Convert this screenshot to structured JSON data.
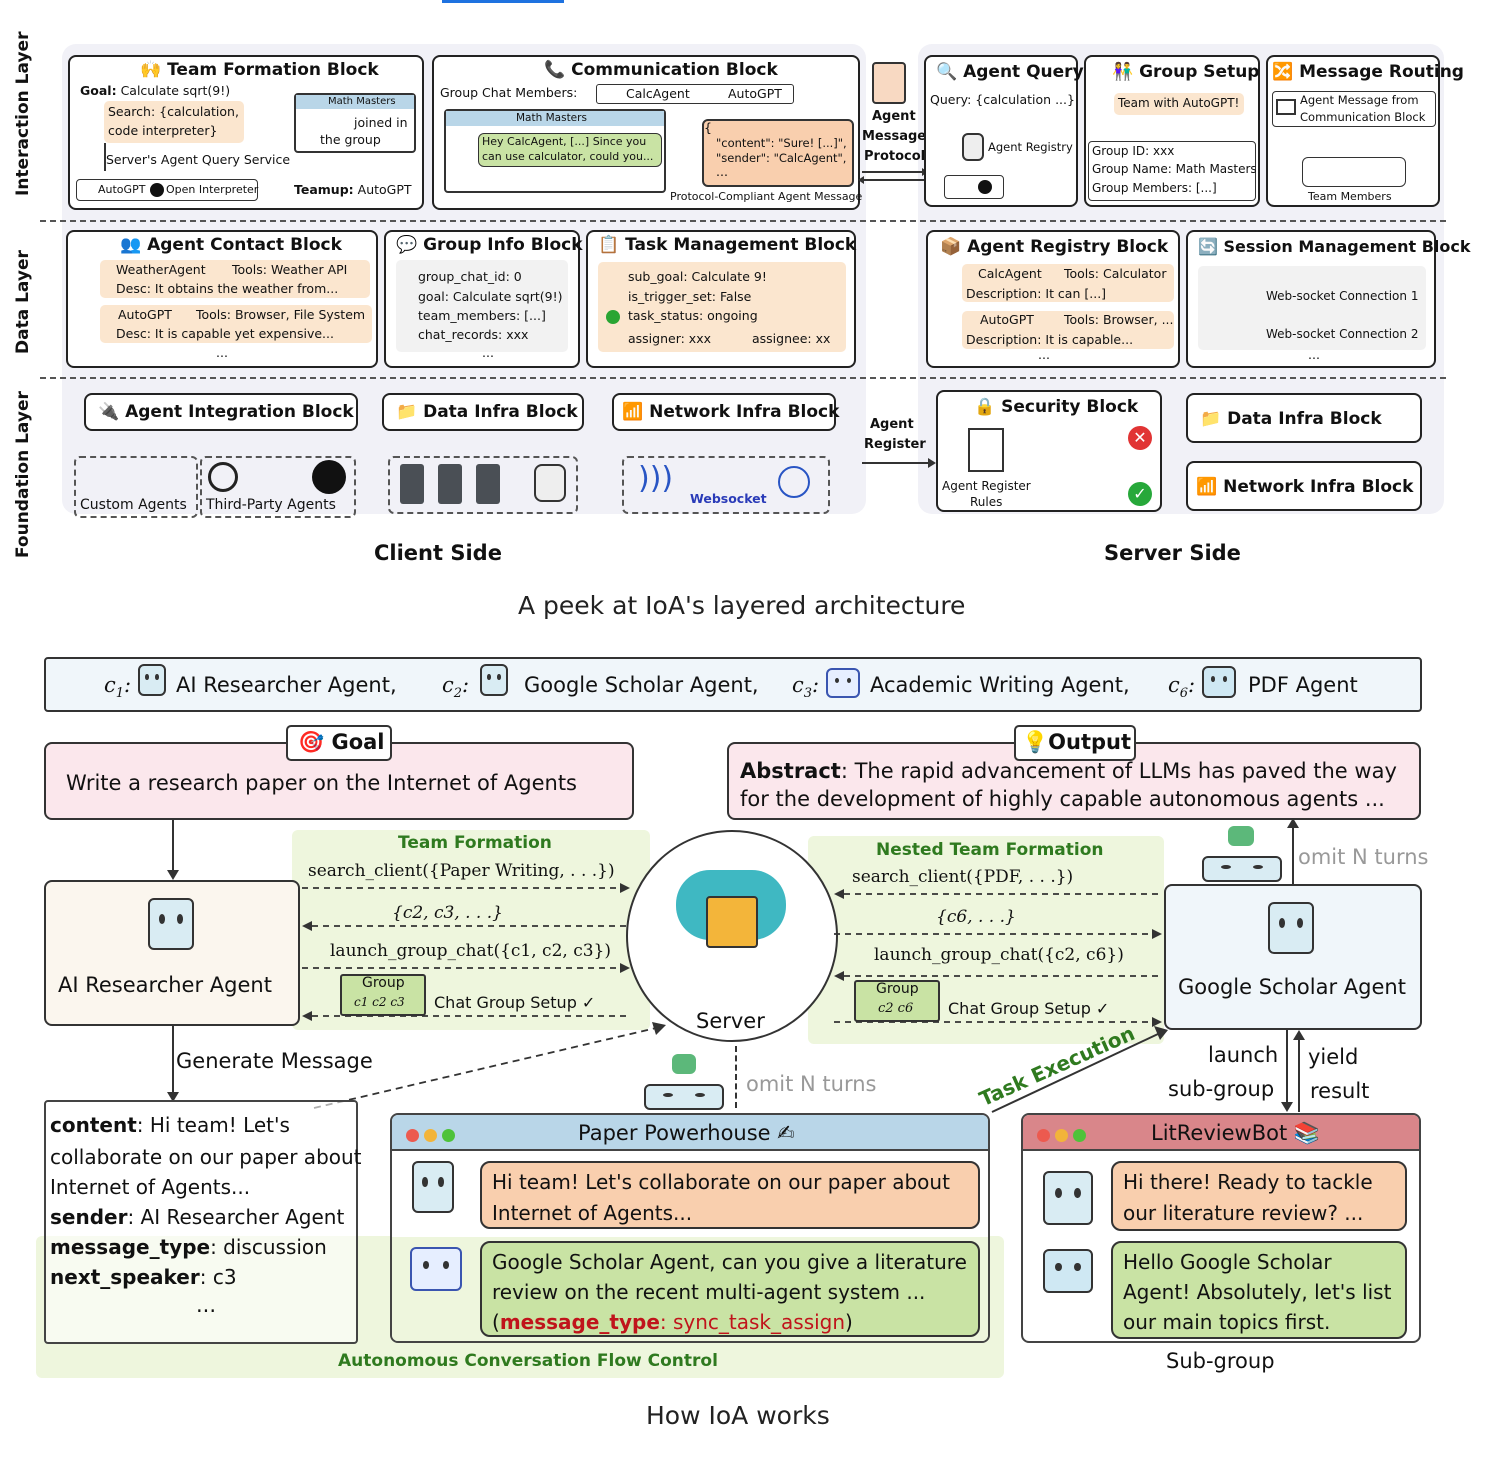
{
  "figure1": {
    "caption": "A peek at IoA's layered architecture",
    "layers": [
      "Interaction Layer",
      "Data Layer",
      "Foundation Layer"
    ],
    "sides": {
      "client": "Client Side",
      "server": "Server Side"
    },
    "team_formation": {
      "title": "Team Formation Block",
      "goal_label": "Goal:",
      "goal": "Calculate sqrt(9!)",
      "search": "Search: {calculation,",
      "search2": "code interpreter}",
      "math_masters": "Math Masters",
      "joined": "joined in",
      "joined2": "the group",
      "query_service": "Server's Agent Query Service",
      "autogpt": "AutoGPT",
      "open_interpreter": "Open Interpreter",
      "teamup_label": "Teamup:",
      "teamup": "AutoGPT"
    },
    "communication": {
      "title": "Communication Block",
      "members_label": "Group Chat Members:",
      "member1": "CalcAgent",
      "member2": "AutoGPT",
      "chat_title": "Math Masters",
      "msg": "Hey CalcAgent, [...] Since you",
      "msg2": "can use calculator, could you...",
      "json1": "\"content\": \"Sure! [...]\",",
      "json2": "\"sender\": \"CalcAgent\",",
      "json_open": "{",
      "json_more": "...",
      "footer": "Protocol-Compliant Agent Message"
    },
    "protocol": {
      "l1": "Agent",
      "l2": "Message",
      "l3": "Protocol"
    },
    "agent_query": {
      "title": "Agent Query",
      "query": "Query: {calculation ...}",
      "registry": "Agent Registry"
    },
    "group_setup": {
      "title": "Group Setup",
      "team": "Team with AutoGPT!",
      "id": "Group ID: xxx",
      "name": "Group Name: Math Masters",
      "members": "Group Members: [...]"
    },
    "message_routing": {
      "title": "Message Routing",
      "msg1": "Agent Message from",
      "msg2": "Communication Block",
      "team": "Team Members"
    },
    "agent_contact": {
      "title": "Agent Contact Block",
      "r1a": "WeatherAgent",
      "r1b": "Tools: Weather API",
      "r1c": "Desc: It obtains the weather from...",
      "r2a": "AutoGPT",
      "r2b": "Tools: Browser, File System",
      "r2c": "Desc: It is capable yet expensive...",
      "more": "..."
    },
    "group_info": {
      "title": "Group Info Block",
      "l1": "group_chat_id: 0",
      "l2": "goal: Calculate sqrt(9!)",
      "l3": "team_members: [...]",
      "l4": "chat_records: xxx",
      "more": "..."
    },
    "task_mgmt": {
      "title": "Task Management Block",
      "l1": "sub_goal: Calculate 9!",
      "l2": "is_trigger_set: False",
      "l3": "task_status: ongoing",
      "l4a": "assigner: xxx",
      "l4b": "assignee: xx"
    },
    "agent_registry": {
      "title": "Agent Registry Block",
      "r1a": "CalcAgent",
      "r1b": "Tools: Calculator",
      "r1c": "Description: It can [...]",
      "r2a": "AutoGPT",
      "r2b": "Tools: Browser, ...",
      "r2c": "Description: It is capable...",
      "more": "..."
    },
    "session_mgmt": {
      "title": "Session Management Block",
      "c1": "Web-socket Connection 1",
      "c2": "Web-socket Connection 2",
      "more": "..."
    },
    "agent_integration": {
      "title": "Agent Integration Block",
      "custom": "Custom Agents",
      "third": "Third-Party Agents"
    },
    "data_infra_client": {
      "title": "Data Infra Block"
    },
    "network_infra_client": {
      "title": "Network Infra Block",
      "websocket": "Websocket"
    },
    "agent_register": {
      "l1": "Agent",
      "l2": "Register"
    },
    "security": {
      "title": "Security Block",
      "rules1": "Agent Register",
      "rules2": "Rules"
    },
    "data_infra_server": {
      "title": "Data Infra Block"
    },
    "network_infra_server": {
      "title": "Network Infra Block"
    }
  },
  "figure2": {
    "caption": "How IoA works",
    "legend": {
      "c1": "c",
      "c1s": "1",
      "a1": "AI Researcher Agent,",
      "c2": "c",
      "c2s": "2",
      "a2": "Google Scholar Agent,",
      "c3": "c",
      "c3s": "3",
      "a3": "Academic Writing Agent,",
      "c6": "c",
      "c6s": "6",
      "a6": "PDF Agent"
    },
    "goal": {
      "label": "Goal",
      "text": "Write a research paper on the Internet of Agents"
    },
    "output": {
      "label": "Output",
      "bold": "Abstract",
      "text": ": The rapid advancement of LLMs has paved the way",
      "text2": "for the development of highly capable autonomous agents ..."
    },
    "left_agent": "AI Researcher Agent",
    "right_agent": "Google Scholar Agent",
    "server": "Server",
    "team_formation": {
      "title": "Team Formation",
      "search": "search_client({Paper Writing, . . .})",
      "result": "{c2, c3, . . .}",
      "launch": "launch_group_chat({c1, c2, c3})",
      "group": "Group",
      "group_members": "c1  c2  c3",
      "setup": "Chat Group Setup ✓"
    },
    "nested": {
      "title": "Nested Team Formation",
      "search": "search_client({PDF, . . .})",
      "result": "{c6, . . .}",
      "launch": "launch_group_chat({c2, c6})",
      "group": "Group",
      "group_members": "c2  c6",
      "setup": "Chat Group Setup ✓"
    },
    "omit_right": "omit N turns",
    "omit_mid": "omit N turns",
    "generate": "Generate Message",
    "task_exec": "Task Execution",
    "launch_sub": {
      "l1": "launch",
      "l2": "sub-group"
    },
    "yield": {
      "l1": "yield",
      "l2": "result"
    },
    "message": {
      "k1": "content",
      "v1": ": Hi team! Let's",
      "v1b": "collaborate on our paper about",
      "v1c": "Internet of Agents...",
      "k2": "sender",
      "v2": ": AI Researcher Agent",
      "k3": "message_type",
      "v3": ": discussion",
      "k4": "next_speaker",
      "v4": ": c3",
      "more": "..."
    },
    "powerhouse": {
      "title": "Paper Powerhouse ✍",
      "m1": "Hi team! Let's collaborate on our paper about",
      "m1b": "Internet of Agents...",
      "m2": "Google Scholar Agent, can you give a literature",
      "m2b": "review on the recent multi-agent system ...",
      "m2c_open": "(",
      "m2c_key": "message_type",
      "m2c_val": ": sync_task_assign",
      "m2c_close": ")"
    },
    "flow_control": "Autonomous Conversation Flow Control",
    "litreview": {
      "title": "LitReviewBot 📚",
      "m1": "Hi there! Ready to tackle",
      "m1b": "our literature review? ...",
      "m2": "Hello Google Scholar",
      "m2b": "Agent! Absolutely, let's list",
      "m2c": "our main topics first."
    },
    "subgroup": "Sub-group"
  },
  "colors": {
    "tan": "#fbe6cf",
    "green": "#c9e3a4",
    "peach": "#f9cfae",
    "pink": "#fbe7ec",
    "blue_bg": "#f0f6fa",
    "title_blue": "#b9d6e8",
    "title_red": "#d9868a",
    "dark_green": "#2f7a1f",
    "red_text": "#c0141b"
  }
}
